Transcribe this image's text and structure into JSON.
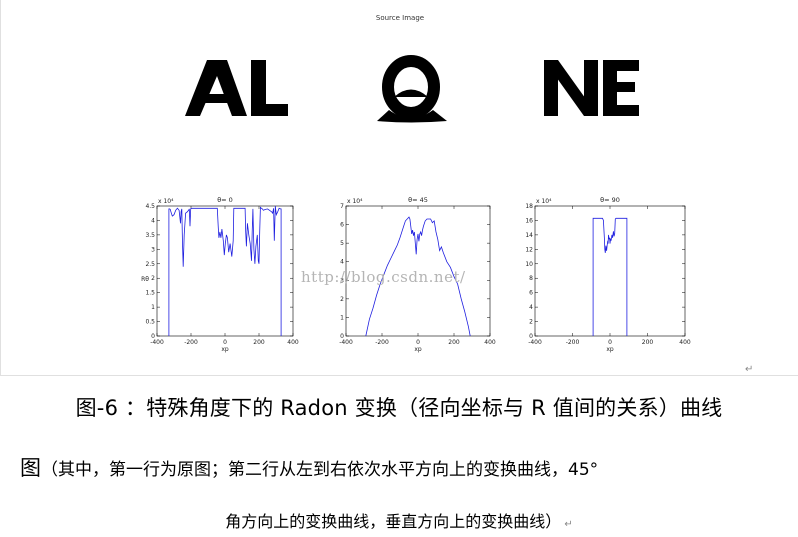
{
  "figure": {
    "source_title": "Source Image",
    "letters": [
      {
        "glyph": "A",
        "x": 0
      },
      {
        "glyph": "L",
        "x": 1
      },
      {
        "glyph": "O",
        "x": 2
      },
      {
        "glyph": "N",
        "x": 3
      },
      {
        "glyph": "E",
        "x": 4
      }
    ],
    "letter_text_A": "A",
    "letter_text_L": "L",
    "letter_text_N": "N",
    "letter_text_E": "E",
    "watermark": "http://blog.csdn.net/"
  },
  "chart_data": [
    {
      "type": "line",
      "title": "θ= 0",
      "xlabel": "xp",
      "ylabel": "Rθ",
      "exponent": "x 10⁴",
      "xlim": [
        -400,
        400
      ],
      "ylim": [
        0,
        4.5
      ],
      "xticks": [
        -400,
        -200,
        0,
        200,
        400
      ],
      "yticks": [
        0,
        0.5,
        1,
        1.5,
        2,
        2.5,
        3,
        3.5,
        4,
        4.5
      ],
      "ytick_labels": [
        "0",
        "0.5",
        "1",
        "1.5",
        "2",
        "2.5",
        "3",
        "3.5",
        "4",
        "4.5"
      ],
      "color": "#1f1fe0",
      "x": [
        -330,
        -330,
        -326,
        -322,
        -318,
        -310,
        -300,
        -290,
        -280,
        -270,
        -262,
        -258,
        -254,
        -250,
        -246,
        -240,
        -232,
        -222,
        -214,
        -210,
        -206,
        -202,
        -196,
        -180,
        -150,
        -110,
        -70,
        -45,
        -40,
        -36,
        -30,
        -24,
        -18,
        -14,
        -10,
        -4,
        2,
        8,
        14,
        22,
        30,
        40,
        48,
        52,
        56,
        60,
        66,
        80,
        96,
        110,
        118,
        122,
        126,
        132,
        140,
        148,
        156,
        160,
        164,
        170,
        176,
        182,
        190,
        196,
        200,
        204,
        208,
        214,
        220,
        226,
        236,
        250,
        262,
        274,
        280,
        286,
        290,
        296,
        302,
        310,
        318,
        326,
        330,
        330
      ],
      "y": [
        0,
        4.4,
        4.4,
        4.38,
        4.3,
        4.15,
        4.2,
        4.35,
        4.42,
        4.35,
        3.9,
        4.3,
        4.4,
        3.2,
        2.4,
        3.5,
        4.25,
        4.3,
        4.35,
        4.4,
        3.8,
        4.4,
        4.42,
        4.42,
        4.42,
        4.42,
        4.42,
        4.42,
        3.8,
        3.4,
        3.6,
        3.4,
        3.7,
        3.5,
        3.3,
        2.8,
        3.2,
        3.5,
        3.4,
        2.9,
        3.2,
        2.75,
        3.3,
        4.42,
        4.42,
        4.42,
        4.42,
        4.42,
        4.42,
        4.42,
        4.42,
        3.6,
        3.1,
        3.9,
        3.5,
        3.2,
        2.6,
        3.6,
        4.4,
        3.0,
        2.5,
        3.1,
        3.5,
        2.6,
        2.5,
        3.6,
        4.45,
        4.42,
        4.4,
        4.35,
        4.38,
        4.4,
        4.35,
        4.3,
        4.25,
        4.42,
        3.3,
        4.5,
        4.2,
        4.3,
        4.42,
        4.4,
        4.4,
        0
      ]
    },
    {
      "type": "line",
      "title": "θ= 45",
      "xlabel": "xp",
      "ylabel": "",
      "exponent": "x 10⁴",
      "xlim": [
        -400,
        400
      ],
      "ylim": [
        0,
        7
      ],
      "xticks": [
        -400,
        -200,
        0,
        200,
        400
      ],
      "yticks": [
        0,
        1,
        2,
        3,
        4,
        5,
        6,
        7
      ],
      "ytick_labels": [
        "0",
        "1",
        "2",
        "3",
        "4",
        "5",
        "6",
        "7"
      ],
      "color": "#1f1fe0",
      "x": [
        -290,
        -270,
        -250,
        -230,
        -210,
        -190,
        -170,
        -150,
        -130,
        -115,
        -100,
        -90,
        -80,
        -70,
        -60,
        -50,
        -45,
        -40,
        -35,
        -30,
        -25,
        -20,
        -15,
        -10,
        -5,
        0,
        5,
        10,
        15,
        20,
        25,
        30,
        40,
        50,
        60,
        70,
        80,
        90,
        100,
        110,
        120,
        130,
        140,
        160,
        180,
        200,
        220,
        240,
        260,
        280,
        290
      ],
      "y": [
        0,
        0.9,
        1.5,
        2.2,
        2.8,
        3.3,
        3.8,
        4.2,
        4.6,
        4.9,
        5.3,
        5.6,
        5.9,
        6.2,
        6.3,
        6.4,
        6.3,
        5.9,
        5.5,
        5.7,
        5.4,
        5.6,
        5.0,
        4.4,
        5.2,
        5.5,
        5.1,
        5.5,
        5.6,
        5.4,
        5.7,
        5.9,
        6.2,
        6.3,
        6.3,
        6.3,
        6.1,
        6.2,
        5.6,
        5.2,
        4.6,
        4.8,
        4.5,
        4.0,
        3.7,
        3.2,
        2.8,
        2.0,
        1.3,
        0.5,
        0
      ]
    },
    {
      "type": "line",
      "title": "θ= 90",
      "xlabel": "xp",
      "ylabel": "",
      "exponent": "x 10⁴",
      "xlim": [
        -400,
        400
      ],
      "ylim": [
        0,
        18
      ],
      "xticks": [
        -400,
        -200,
        0,
        200,
        400
      ],
      "yticks": [
        0,
        2,
        4,
        6,
        8,
        10,
        12,
        14,
        16,
        18
      ],
      "ytick_labels": [
        "0",
        "2",
        "4",
        "6",
        "8",
        "10",
        "12",
        "14",
        "16",
        "18"
      ],
      "color": "#1f1fe0",
      "x": [
        -90,
        -90,
        -60,
        -40,
        -35,
        -30,
        -28,
        -25,
        -22,
        -18,
        -15,
        -12,
        -10,
        -8,
        -5,
        -2,
        0,
        3,
        6,
        10,
        14,
        18,
        22,
        25,
        28,
        32,
        35,
        40,
        60,
        90,
        90
      ],
      "y": [
        0,
        16.3,
        16.3,
        16.3,
        16.0,
        13.5,
        12.0,
        11.5,
        12.5,
        11.8,
        12.6,
        13.2,
        12.8,
        14.0,
        13.4,
        13.6,
        12.8,
        13.5,
        13.2,
        14.0,
        13.6,
        14.5,
        13.8,
        14.2,
        16.2,
        16.3,
        16.3,
        16.3,
        16.3,
        16.3,
        0
      ]
    }
  ],
  "caption": {
    "line1": "图-6 ：特殊角度下的 Radon 变换（径向坐标与 R 值间的关系）曲线",
    "line2_big": "图",
    "line2_rest": "（其中，第一行为原图；第二行从左到右依次水平方向上的变换曲线，45°",
    "line3": "角方向上的变换曲线，垂直方向上的变换曲线）",
    "return_mark": "↵"
  }
}
